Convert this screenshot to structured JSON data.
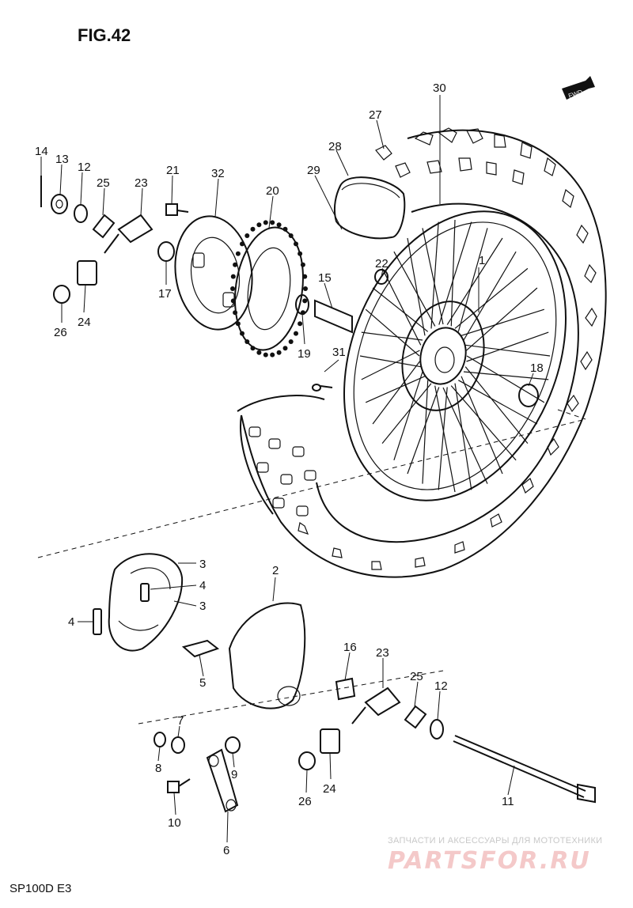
{
  "figure": {
    "title": "FIG.42",
    "model": "SP100D E3",
    "fwd_marker": "FWD"
  },
  "callouts": {
    "p1": "1",
    "p2": "2",
    "p3a": "3",
    "p3b": "3",
    "p4a": "4",
    "p4b": "4",
    "p5": "5",
    "p6": "6",
    "p7": "7",
    "p8": "8",
    "p9": "9",
    "p10": "10",
    "p11": "11",
    "p12a": "12",
    "p12b": "12",
    "p13": "13",
    "p14": "14",
    "p15": "15",
    "p16": "16",
    "p17": "17",
    "p18": "18",
    "p19": "19",
    "p20": "20",
    "p21": "21",
    "p22": "22",
    "p23a": "23",
    "p23b": "23",
    "p24a": "24",
    "p24b": "24",
    "p25a": "25",
    "p25b": "25",
    "p26a": "26",
    "p26b": "26",
    "p27": "27",
    "p28": "28",
    "p29": "29",
    "p30": "30",
    "p31": "31",
    "p32": "32"
  },
  "watermark": {
    "tagline": "ЗАПЧАСТИ И АКСЕССУАРЫ ДЛЯ МОТОТЕХНИКИ",
    "brand": "PARTSFOR.RU"
  }
}
